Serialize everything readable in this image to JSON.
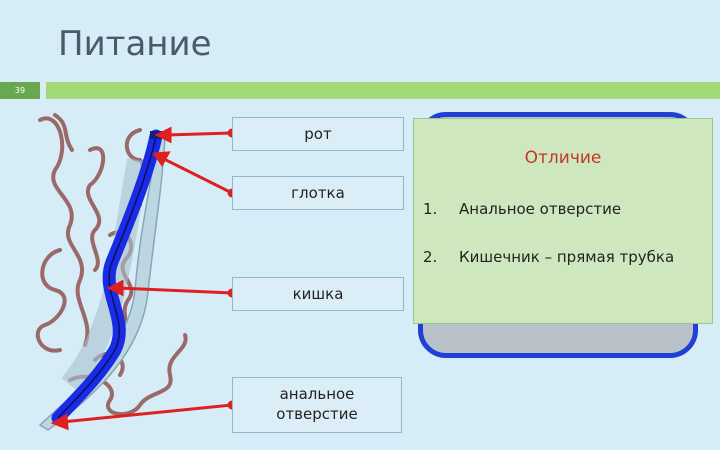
{
  "slide": {
    "title": "Питание",
    "number": "39"
  },
  "labels": {
    "mouth": "рот",
    "pharynx": "глотка",
    "intestine": "кишка",
    "anus_line1": "анальное",
    "anus_line2": "отверстие"
  },
  "panel": {
    "heading": "Отличие",
    "items": [
      {
        "num": "1.",
        "text": "Анальное отверстие"
      },
      {
        "num": "2.",
        "text": "Кишечник – прямая трубка"
      }
    ]
  },
  "colors": {
    "background": "#d6ecf7",
    "accent_bar": "#a3d977",
    "gut": "#1a2be6",
    "arrow": "#e02020",
    "heading": "#c0392b"
  }
}
